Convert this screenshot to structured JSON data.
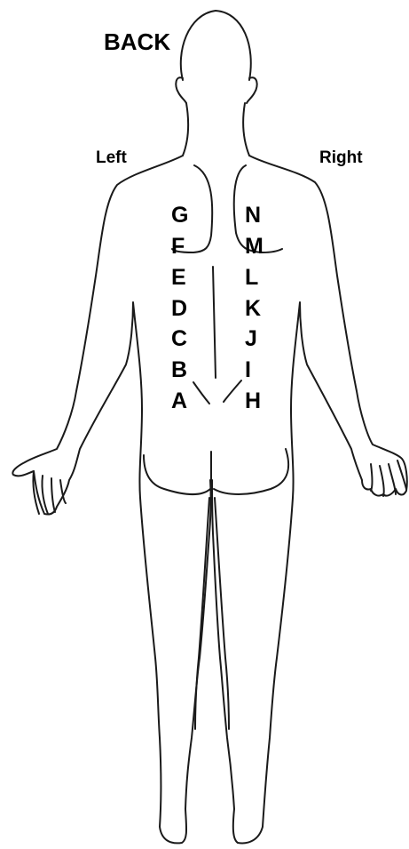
{
  "view_title": "BACK",
  "side_labels": {
    "left": "Left",
    "right": "Right"
  },
  "markers": {
    "left_column": [
      "G",
      "F",
      "E",
      "D",
      "C",
      "B",
      "A"
    ],
    "right_column": [
      "N",
      "M",
      "L",
      "K",
      "J",
      "I",
      "H"
    ]
  },
  "colors": {
    "outline": "#1a1a1a",
    "text": "#000000",
    "background": "#ffffff"
  }
}
